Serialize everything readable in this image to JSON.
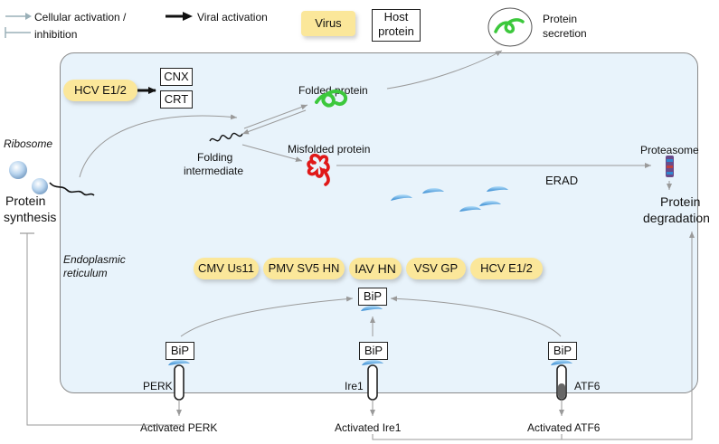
{
  "legend": {
    "cellular": "Cellular activation /",
    "inhibition": "inhibition",
    "viral": "Viral activation",
    "virus": "Virus",
    "host_protein_line1": "Host",
    "host_protein_line2": "protein",
    "protein_secretion_line1": "Protein",
    "protein_secretion_line2": "secretion"
  },
  "ribosome": {
    "label": "Ribosome",
    "synthesis_line1": "Protein",
    "synthesis_line2": "synthesis"
  },
  "er": {
    "label_line1": "Endoplasmic",
    "label_line2": "reticulum",
    "hcv_top": "HCV E1/2",
    "cnx": "CNX",
    "crt": "CRT",
    "folded": "Folded protein",
    "folding_line1": "Folding",
    "folding_line2": "intermediate",
    "misfolded": "Misfolded protein",
    "erad": "ERAD",
    "viral_proteins": [
      "CMV Us11",
      "PMV SV5 HN",
      "IAV HN",
      "VSV GP",
      "HCV E1/2"
    ],
    "bip_center": "BiP"
  },
  "sensors": [
    {
      "bip": "BiP",
      "name": "PERK",
      "activated": "Activated PERK"
    },
    {
      "bip": "BiP",
      "name": "Ire1",
      "activated": "Activated Ire1"
    },
    {
      "bip": "BiP",
      "name": "ATF6",
      "activated": "Activated ATF6"
    }
  ],
  "proteasome": {
    "label": "Proteasome",
    "degradation_line1": "Protein",
    "degradation_line2": "degradation"
  },
  "colors": {
    "virus_fill": "#fbe79a",
    "er_fill": "#e8f3fb",
    "folded_protein": "#3cc83c",
    "misfolded_protein": "#e01818",
    "bip_blue": "#4aa3e0",
    "arrow_gray": "#9a9a9a"
  }
}
